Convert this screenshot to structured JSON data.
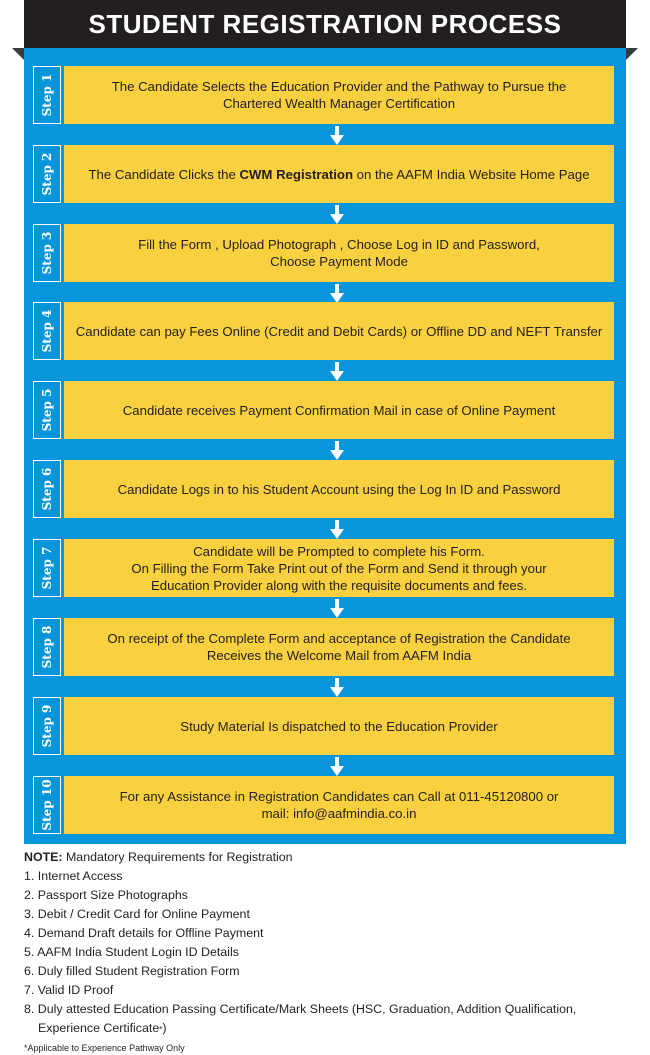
{
  "title": "STUDENT REGISTRATION PROCESS",
  "colors": {
    "panel": "#0995d9",
    "box": "#f9d040",
    "header": "#231f20"
  },
  "steps": [
    {
      "label": "Step 1",
      "lines": [
        "The Candidate Selects the Education Provider and the Pathway to Pursue the",
        "Chartered Wealth Manager Certification"
      ]
    },
    {
      "label": "Step 2",
      "pre": "The Candidate Clicks the ",
      "bold": "CWM Registration",
      "post": " on the AAFM India Website Home Page"
    },
    {
      "label": "Step 3",
      "lines": [
        "Fill the Form , Upload Photograph , Choose Log in ID and Password,",
        "Choose Payment Mode"
      ]
    },
    {
      "label": "Step 4",
      "lines": [
        "Candidate can pay Fees Online (Credit and Debit Cards) or Offline DD and NEFT Transfer"
      ]
    },
    {
      "label": "Step 5",
      "lines": [
        "Candidate receives Payment Confirmation Mail in case of Online Payment"
      ]
    },
    {
      "label": "Step 6",
      "lines": [
        "Candidate Logs in to his Student Account using the Log In ID and Password"
      ]
    },
    {
      "label": "Step 7",
      "lines": [
        "Candidate will be Prompted to complete his Form.",
        "On Filling the Form Take Print out of the Form and Send it through your",
        "Education Provider along with the requisite documents and fees."
      ]
    },
    {
      "label": "Step 8",
      "lines": [
        "On receipt of the Complete Form and acceptance of Registration the Candidate",
        "Receives the Welcome Mail from AAFM India"
      ]
    },
    {
      "label": "Step 9",
      "lines": [
        "Study Material Is dispatched to the Education Provider"
      ]
    },
    {
      "label": "Step 10",
      "lines": [
        "For any Assistance in Registration Candidates can Call at 011-45120800 or",
        "mail: info@aafmindia.co.in"
      ]
    }
  ],
  "note": {
    "label": "NOTE:",
    "text": " Mandatory Requirements for Registration",
    "items": [
      "1. Internet Access",
      "2. Passport Size Photographs",
      "3. Debit / Credit Card for Online Payment",
      "4. Demand Draft details for Offline Payment",
      "5. AAFM India Student Login ID Details",
      "6. Duly filled Student Registration Form",
      "7. Valid ID Proof",
      "8. Duly attested Education Passing Certificate/Mark Sheets (HSC, Graduation, Addition Qualification,"
    ],
    "item8_cont": "Experience Certificate",
    "item8_star": "*",
    "item8_close": ")",
    "footnote": "*Applicable to Experience Pathway Only"
  }
}
